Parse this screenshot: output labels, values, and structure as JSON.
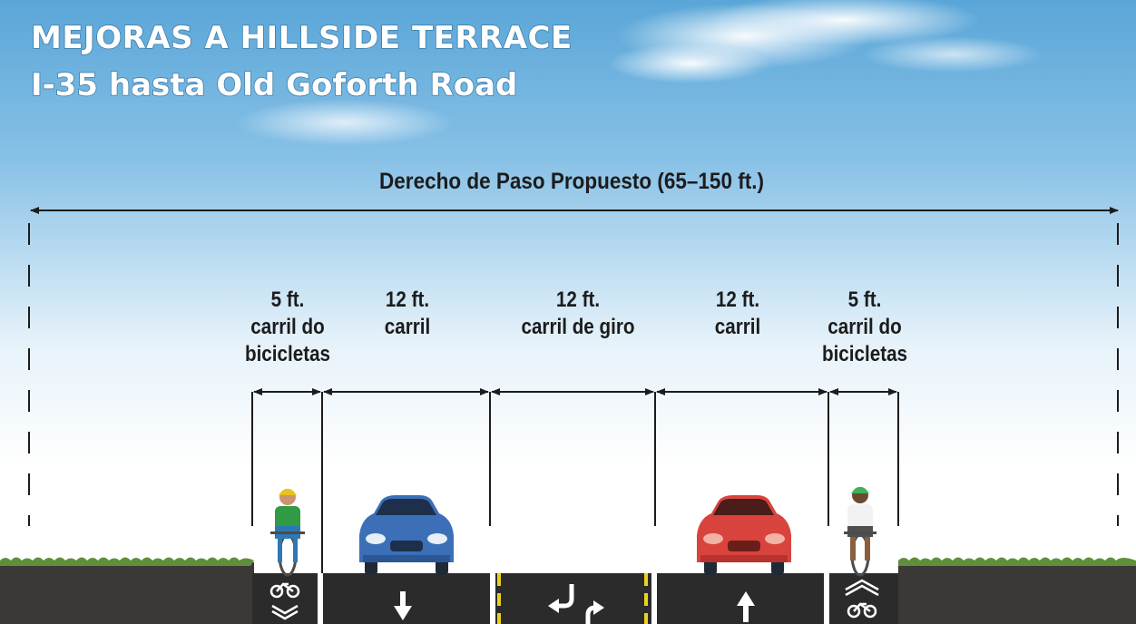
{
  "title": {
    "line1": "MEJORAS A HILLSIDE TERRACE",
    "line2": "I-35 hasta Old Goforth Road"
  },
  "row": {
    "label": "Derecho de Paso Propuesto (65–150 ft.)"
  },
  "segments": [
    {
      "width": "5 ft.",
      "desc1": "carril do",
      "desc2": "bicicletas",
      "lane": "bike",
      "marking": "bike-icon"
    },
    {
      "width": "12 ft.",
      "desc1": "carril",
      "desc2": "",
      "lane": "travel",
      "marking": "arrow-down-icon"
    },
    {
      "width": "12 ft.",
      "desc1": "carril de giro",
      "desc2": "",
      "lane": "turn",
      "marking": "two-way-turn-arrows-icon"
    },
    {
      "width": "12 ft.",
      "desc1": "carril",
      "desc2": "",
      "lane": "travel",
      "marking": "arrow-up-icon"
    },
    {
      "width": "5 ft.",
      "desc1": "carril do",
      "desc2": "bicicletas",
      "lane": "bike",
      "marking": "bike-lane-icon"
    }
  ],
  "colors": {
    "sky_top": "#5aa6d8",
    "sky_bottom": "#ffffff",
    "pavement": "#2b2b2b",
    "ground": "#3b3836",
    "grass": "#5f8f3a",
    "median_stripe": "#e8d21f",
    "car_left": "#3c6fb8",
    "car_right": "#d8443d",
    "dimension_line": "#1c1c1c"
  }
}
